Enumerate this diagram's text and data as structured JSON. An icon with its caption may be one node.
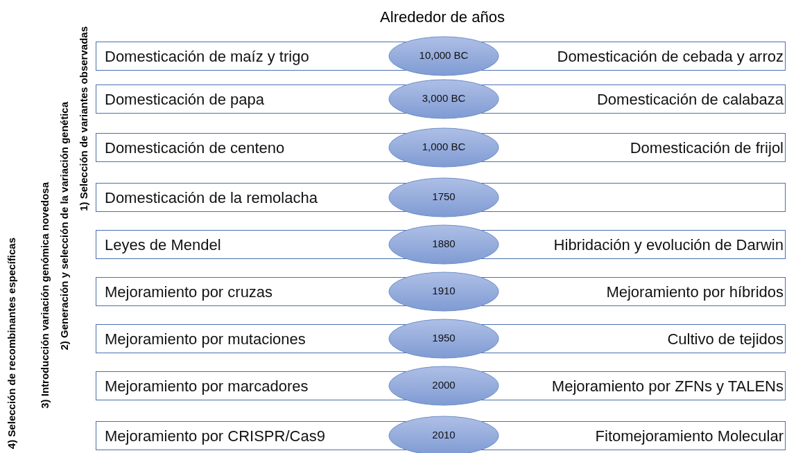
{
  "diagram": {
    "title": "Alrededor de años",
    "nodes": [
      {
        "text": [
          "Domesticación de maíz y trigo",
          "Domesticación de cebada y arroz"
        ]
      },
      {
        "text": [
          "10,000 BC"
        ]
      },
      {
        "text": [
          "Domesticación de papa",
          "Domesticación de calabaza"
        ]
      },
      {
        "text": [
          "3,000 BC"
        ]
      },
      {
        "text": [
          "Domesticación de centeno",
          "Domesticación de frijol"
        ]
      },
      {
        "text": [
          "1,000 BC"
        ]
      },
      {
        "text": [
          "Domesticación de la remolacha"
        ]
      },
      {
        "text": [
          "1750"
        ]
      },
      {
        "text": [
          "Leyes de Mendel",
          "Hibridación y evolución de Darwin"
        ]
      },
      {
        "text": [
          "1880"
        ]
      },
      {
        "text": [
          "Mejoramiento por cruzas",
          "Mejoramiento por híbridos"
        ]
      },
      {
        "text": [
          "1910"
        ]
      },
      {
        "text": [
          "Mejoramiento por mutaciones",
          "Cultivo de tejidos"
        ]
      },
      {
        "text": [
          "1950"
        ]
      },
      {
        "text": [
          "Mejoramiento por marcadores",
          "Mejoramiento por ZFNs y TALENs"
        ]
      },
      {
        "text": [
          "2000"
        ]
      },
      {
        "text": [
          "Mejoramiento por CRISPR/Cas9",
          "Fitomejoramiento Molecular"
        ]
      },
      {
        "text": [
          "2010"
        ]
      }
    ],
    "labels": [
      "1) Selección de variantes observadas",
      "2) Generación y selección de la variación genética",
      "3) Introducción variación genómica novedosa",
      "4) Selección de recombinantes específicas"
    ]
  }
}
